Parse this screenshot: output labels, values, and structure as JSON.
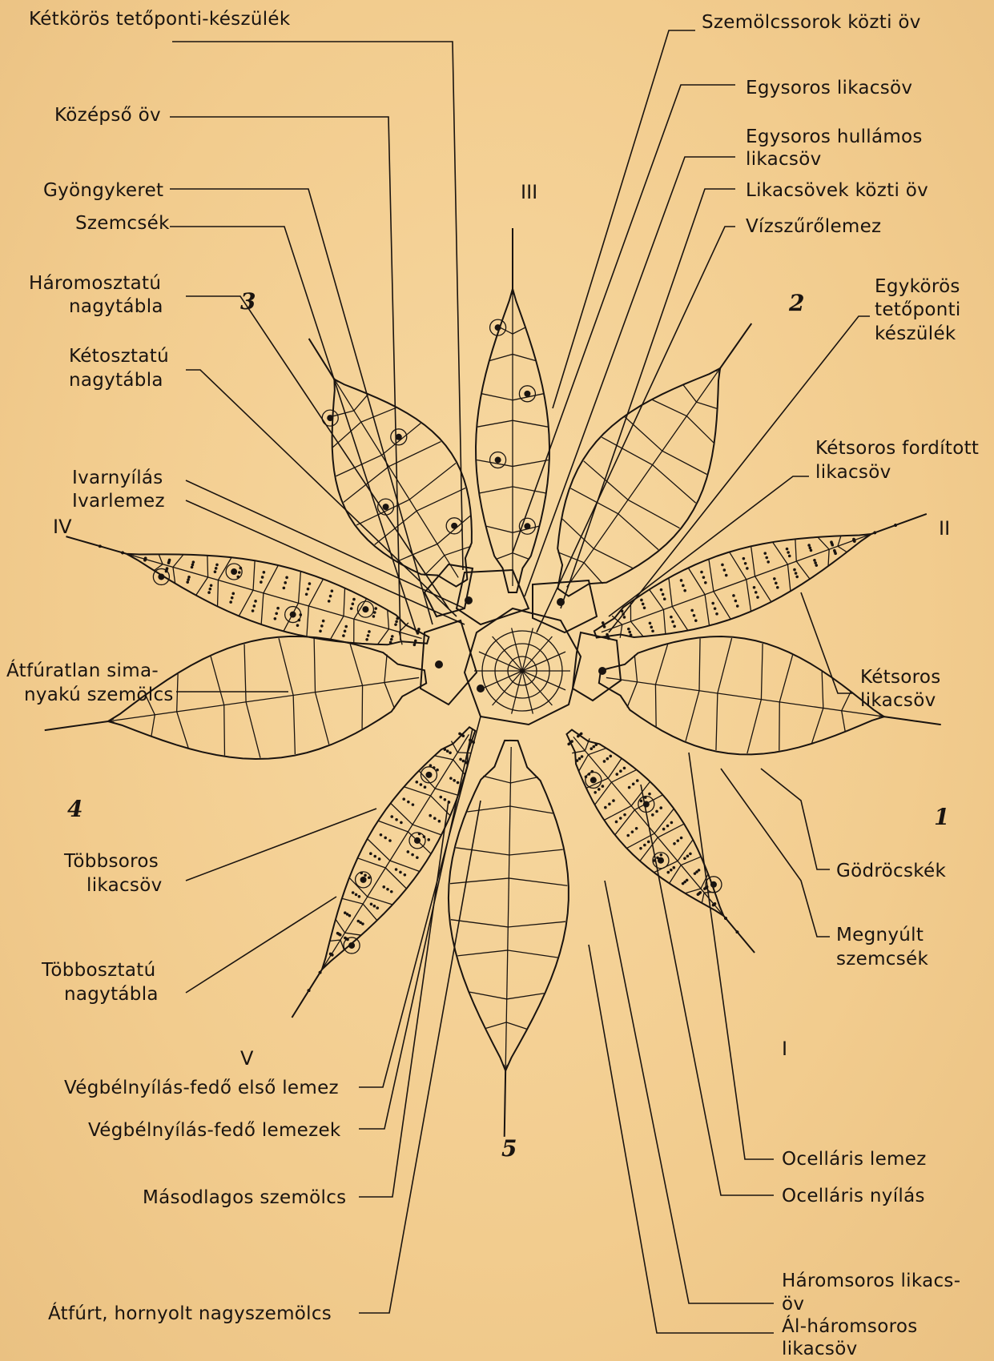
{
  "labels": {
    "ketkoros": "Kétkörös tetőponti-készülék",
    "szemolcssorok": "Szemölcssorok közti öv",
    "egysoros": "Egysoros likacsöv",
    "kozepso": "Középső öv",
    "egysoros_hullamos_1": "Egysoros hullámos",
    "egysoros_hullamos_2": "likacsöv",
    "gyongykeret": "Gyöngykeret",
    "likacsovek": "Likacsövek közti öv",
    "szemcsek": "Szemcsék",
    "vizszuro": "Vízszűrőlemez",
    "haromosztatu_1": "Háromosztatú",
    "haromosztatu_2": "nagytábla",
    "egykoros_1": "Egykörös",
    "egykoros_2": "tetőponti",
    "egykoros_3": "készülék",
    "ketosztatu_1": "Kétosztatú",
    "ketosztatu_2": "nagytábla",
    "ketsoros_forditott_1": "Kétsoros fordított",
    "ketsoros_forditott_2": "likacsöv",
    "ivarnyilas": "Ivarnyílás",
    "ivarlemez": "Ivarlemez",
    "atfuratlan_1": "Átfúratlan sima-",
    "atfuratlan_2": "nyakú szemölcs",
    "ketsoros_1": "Kétsoros",
    "ketsoros_2": "likacsöv",
    "tobbsoros_1": "Többsoros",
    "tobbsoros_2": "likacsöv",
    "godrocskek": "Gödröcskék",
    "tobbosztatu_1": "Többosztatú",
    "tobbosztatu_2": "nagytábla",
    "megnyult_1": "Megnyúlt",
    "megnyult_2": "szemcsék",
    "vegbel_elso": "Végbélnyílás-fedő első lemez",
    "vegbel_lemezek": "Végbélnyílás-fedő lemezek",
    "ocellaris_lemez": "Ocelláris lemez",
    "masodlagos": "Másodlagos szemölcs",
    "ocellaris_nyilas": "Ocelláris nyílás",
    "haromsoros_1": "Háromsoros likacs-",
    "haromsoros_2": "öv",
    "al_haromsoros_1": "Ál-háromsoros",
    "al_haromsoros_2": "likacsöv",
    "atfurt": "Átfúrt, hornyolt nagyszemölcs"
  },
  "rays_arabic": [
    "1",
    "2",
    "3",
    "4",
    "5"
  ],
  "rays_roman": [
    "I",
    "II",
    "III",
    "IV",
    "V"
  ]
}
